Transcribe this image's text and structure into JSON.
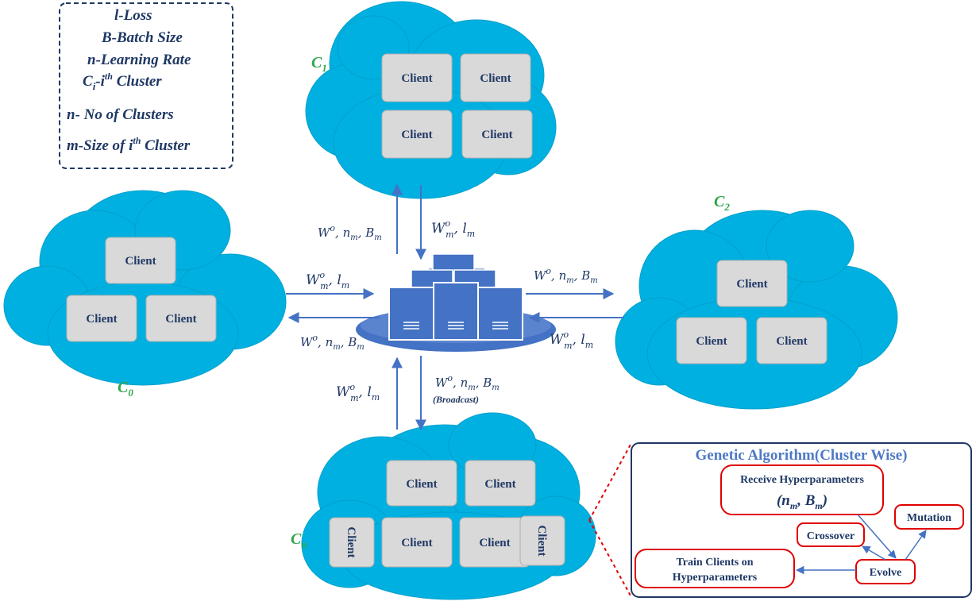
{
  "legend": {
    "lines": [
      "l-Loss",
      "B-Batch Size",
      "n-Learning Rate",
      "C",
      "i",
      "-i",
      "th",
      " Cluster",
      "n- No of Clusters",
      "m-Size of i",
      "th",
      " Cluster"
    ]
  },
  "client_label": "Client",
  "clusters": {
    "c0": {
      "letter": "C",
      "sub": "0"
    },
    "c1": {
      "letter": "C",
      "sub": "1"
    },
    "c2": {
      "letter": "C",
      "sub": "2"
    },
    "cn": {
      "letter": "C",
      "sub": "n"
    }
  },
  "arrow_labels": {
    "w_up_main": "W",
    "w_sup": "o",
    "nm": ", n",
    "nm_sub": "m",
    "bm": ", B",
    "bm_sub": "m",
    "wm": "W",
    "wm_sub": "m",
    "wm_sup": "o",
    "lm": ", l",
    "lm_sub": "m",
    "broadcast": "(Broadcast)"
  },
  "genetic_algorithm": {
    "title": "Genetic Algorithm(Cluster  Wise)",
    "receive": "Receive Hyperparameters",
    "receive_params": "(n",
    "receive_params_sub1": "m",
    "receive_params_mid": ", B",
    "receive_params_sub2": "m",
    "receive_params_end": ")",
    "crossover": "Crossover",
    "mutation": "Mutation",
    "evolve": "Evolve",
    "train_line1": "Train Clients on",
    "train_line2": "Hyperparameters"
  },
  "colors": {
    "cloud": "#00b0e0",
    "client_box": "#d9d9d9",
    "arrow": "#4472c4",
    "server": "#4472c4",
    "cluster_label": "#2ea84a",
    "text": "#1f3864",
    "ga_border": "#1f3864",
    "ga_node_border": "#e00000"
  }
}
